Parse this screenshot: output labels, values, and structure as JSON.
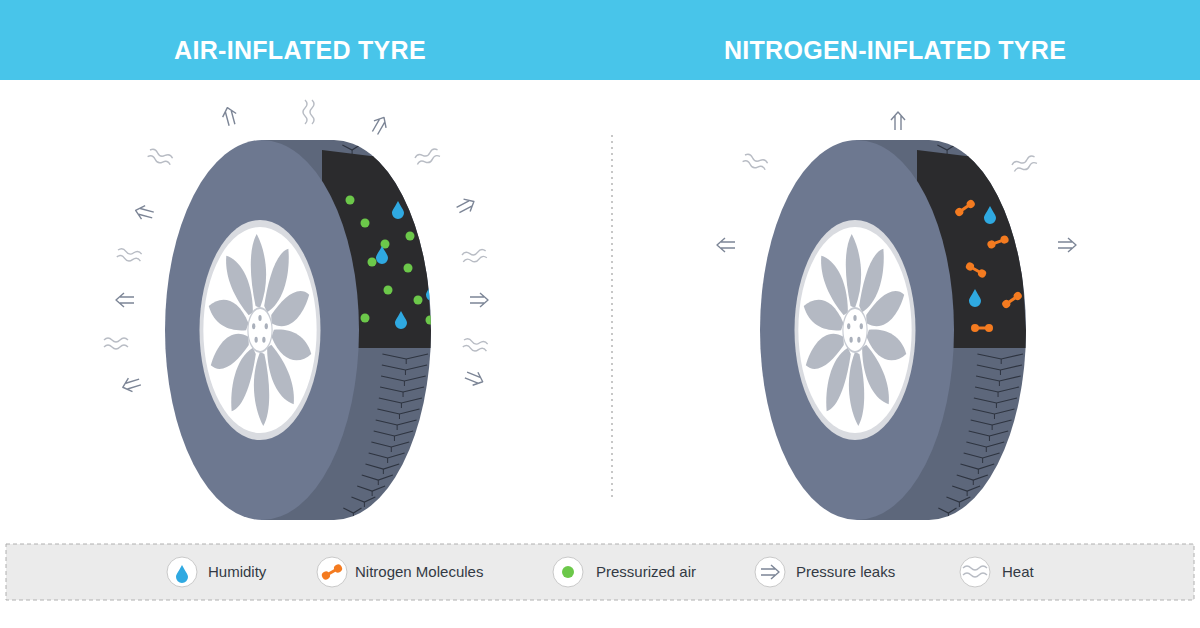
{
  "diagram": {
    "labels": [
      "AIR-INFLATED TYRE",
      "NITROGEN-INFLATED TYRE"
    ],
    "legend": [
      {
        "text": "Humidity"
      },
      {
        "text": "Nitrogen Molecules"
      },
      {
        "text": "Pressurized air",
        "color": "#6cc84a"
      },
      {
        "text": "Pressure leaks"
      },
      {
        "text": "Heat"
      }
    ]
  }
}
